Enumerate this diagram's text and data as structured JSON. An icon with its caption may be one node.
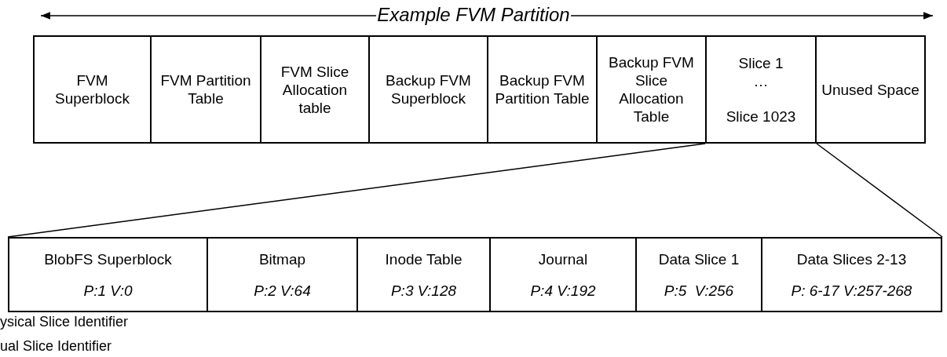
{
  "diagram": {
    "title": "Example FVM Partition",
    "nodes": [
      {
        "text": [
          "FVM Superblock"
        ]
      },
      {
        "text": [
          "FVM Partition Table"
        ]
      },
      {
        "text": [
          "FVM Slice Allocation table"
        ]
      },
      {
        "text": [
          "Backup FVM Superblock"
        ]
      },
      {
        "text": [
          "Backup FVM Partition Table"
        ]
      },
      {
        "text": [
          "Backup FVM Slice Allocation Table"
        ]
      },
      {
        "text": [
          "Slice 1",
          "…",
          "Slice 1023"
        ]
      },
      {
        "text": [
          "Unused Space"
        ]
      },
      {
        "text": [
          "BlobFS Superblock",
          "P:1 V:0"
        ]
      },
      {
        "text": [
          "Bitmap",
          "P:2 V:64"
        ]
      },
      {
        "text": [
          "Inode Table",
          "P:3 V:128"
        ]
      },
      {
        "text": [
          "Journal",
          "P:4 V:192"
        ]
      },
      {
        "text": [
          "Data Slice 1",
          "P:5  V:256"
        ]
      },
      {
        "text": [
          "Data Slices 2-13",
          "P: 6-17 V:257-268"
        ]
      }
    ],
    "edges": [
      {
        "from": 6,
        "to": 8,
        "arrow": "none"
      },
      {
        "from": 6,
        "to": 13,
        "arrow": "none"
      }
    ],
    "labels": [
      "ysical Slice Identifier",
      "ual Slice Identifier"
    ]
  }
}
